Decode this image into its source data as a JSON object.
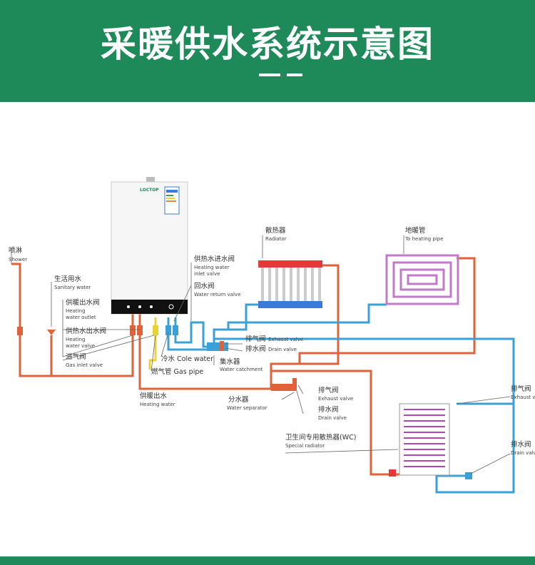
{
  "header": {
    "title": "采暖供水系统示意图"
  },
  "boiler": {
    "brand": "LOCTOP"
  },
  "labels": {
    "shower_cn": "喷淋",
    "shower_en": "Shower",
    "sanitary_cn": "生活用水",
    "sanitary_en": "Sanitary water",
    "heat_outlet_cn": "供暖出水阀",
    "heat_outlet_en1": "Heating",
    "heat_outlet_en2": "water outlet",
    "heat_valve_cn": "供热水出水阀",
    "heat_valve_en1": "Heating",
    "heat_valve_en2": "water valve",
    "gas_inlet_cn": "进气阀",
    "gas_inlet_en": "Gas inlet valve",
    "cold_water": "冷水 Cole water",
    "gas_pipe": "燃气管 Gas pipe",
    "heating_water_cn": "供暖出水",
    "heating_water_en": "Heating water",
    "inlet_cn": "供热水进水阀",
    "inlet_en1": "Heating water",
    "inlet_en2": "inlet valve",
    "return_cn": "回水阀",
    "return_en": "Water return valve",
    "radiator_cn": "散热器",
    "radiator_en": "Radiator",
    "floor_cn": "地暖管",
    "floor_en": "To heating pipe",
    "exhaust1_cn": "排气阀",
    "exhaust1_en": "Exhaust valve",
    "drain1_cn": "排水阀",
    "drain1_en": "Drain valve",
    "catch_cn": "集水器",
    "catch_en": "Water catchment",
    "sep_cn": "分水器",
    "sep_en": "Water separator",
    "exhaust2_cn": "排气阀",
    "exhaust2_en": "Exhaust valve",
    "drain2_cn": "排水阀",
    "drain2_en": "Drain valve",
    "wc_cn": "卫生间专用散热器(WC)",
    "wc_en": "Special radiator",
    "exhaust3_cn": "排气阀",
    "exhaust3_en": "Exhaust valve",
    "drain3_cn": "排水阀",
    "drain3_en": "Drain valve"
  }
}
